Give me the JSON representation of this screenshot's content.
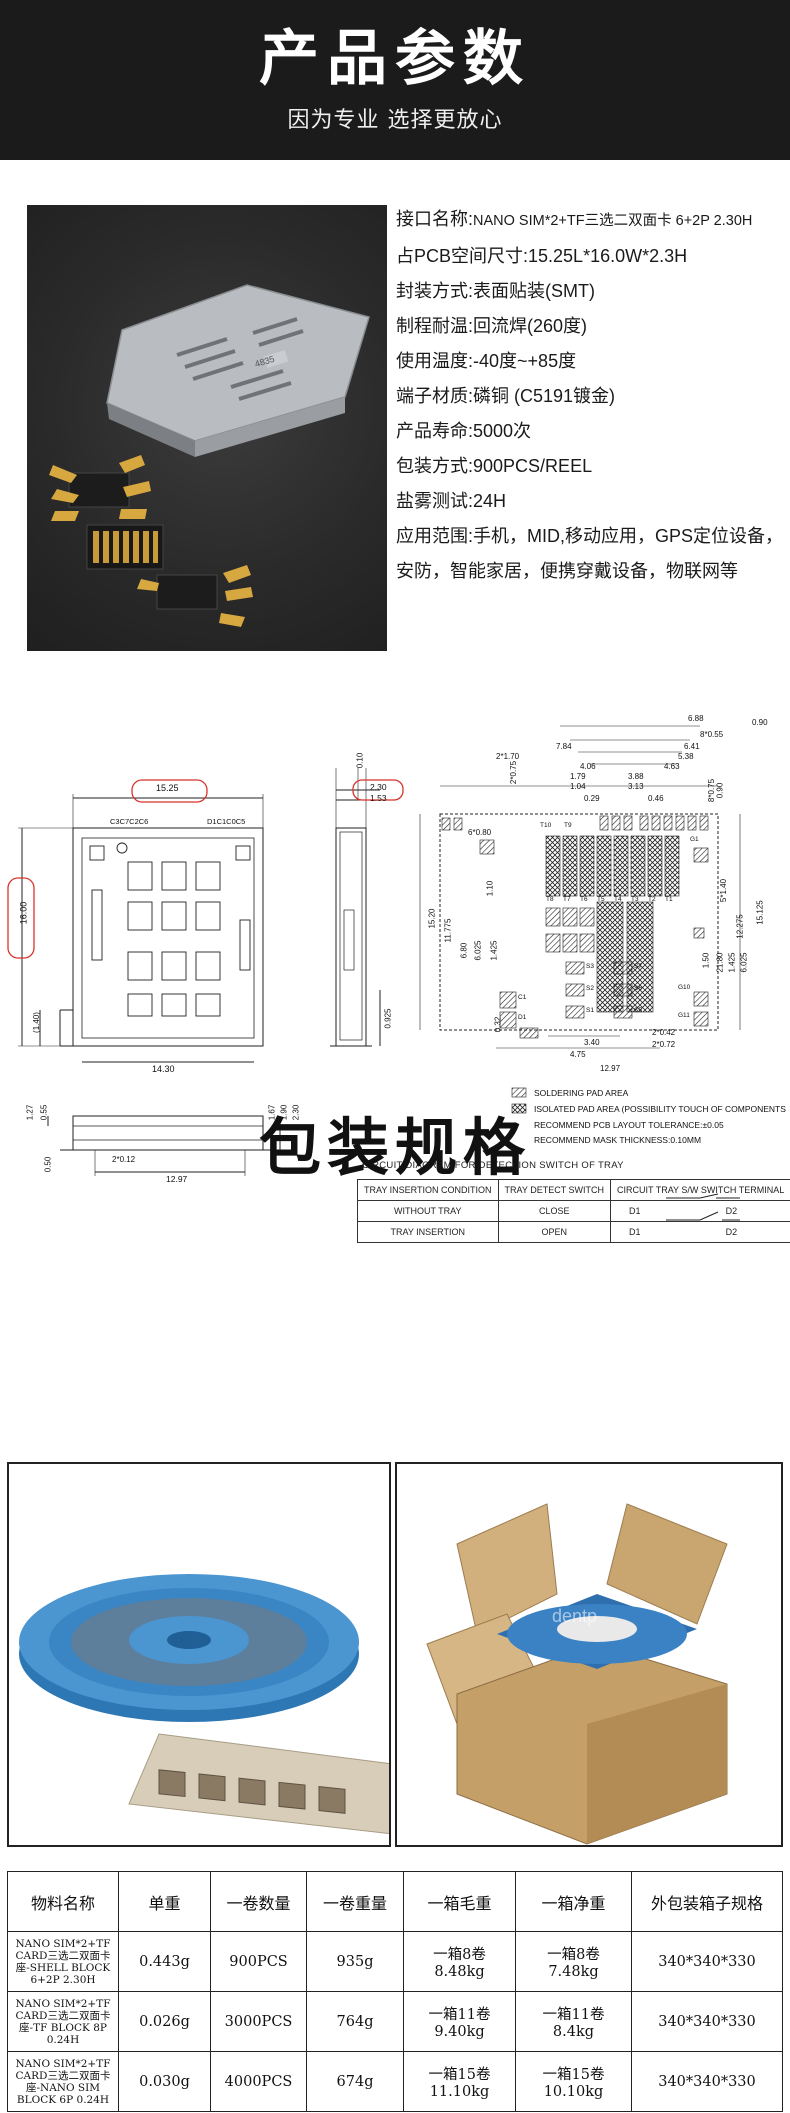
{
  "header": {
    "title": "产品参数",
    "subtitle": "因为专业 选择更放心"
  },
  "product_photo": {
    "marking": "4835"
  },
  "specs": [
    {
      "label": "接口名称:",
      "value": "NANO SIM*2+TF三选二双面卡 6+2P 2.30H"
    },
    {
      "label": "占PCB空间尺寸:",
      "value": "15.25L*16.0W*2.3H"
    },
    {
      "label": "封装方式:",
      "value": "表面贴装(SMT)"
    },
    {
      "label": "制程耐温:",
      "value": "回流焊(260度)"
    },
    {
      "label": "使用温度:",
      "value": "-40度~+85度"
    },
    {
      "label": "端子材质:",
      "value": "磷铜 (C5191镀金)"
    },
    {
      "label": "产品寿命:",
      "value": "5000次"
    },
    {
      "label": "包装方式:",
      "value": "900PCS/REEL"
    },
    {
      "label": "盐雾测试:",
      "value": "24H"
    },
    {
      "label": "应用范围:",
      "value": "手机，MID,移动应用，GPS定位设备，安防，智能家居，便携穿戴设备，物联网等"
    }
  ],
  "drawing": {
    "dims_front": {
      "width": "15.25",
      "height": "16.00",
      "bottom": "14.30",
      "side": "(1.40)",
      "labels_left": "C3C7C2C6",
      "labels_right": "D1C1C0C5"
    },
    "dims_side": {
      "h1": "0.10",
      "h2": "2.30",
      "h3": "1.53",
      "v": "0.925"
    },
    "dims_bottom": {
      "h1": "1.27",
      "h2": "0.55",
      "w": "12.97",
      "off": "2*0.12",
      "r1": "1.67",
      "r2": "1.90",
      "r3": "2.30",
      "base": "0.50"
    },
    "dims_pcb": {
      "top": [
        "6.88",
        "0.90",
        "8*0.55",
        "7.84",
        "6.41",
        "2*1.70",
        "5.38",
        "4.06",
        "4.63",
        "1.79",
        "3.88",
        "1.04",
        "3.13",
        "0.29",
        "0.46"
      ],
      "left": [
        "2*0.75",
        "6*0.80",
        "15.20",
        "11.775",
        "1.10",
        "6.80",
        "6.025",
        "1.425",
        "0.32"
      ],
      "right": [
        "8*0.75",
        "0.90",
        "5*1.40",
        "12.275",
        "15.125",
        "1.50",
        "21.80",
        "1.425",
        "6.025"
      ],
      "bottom": [
        "3.40",
        "4.75",
        "12.97",
        "2*0.42",
        "2*0.72"
      ],
      "pads": [
        "T10",
        "T9",
        "T8",
        "T7",
        "T6",
        "T5",
        "T4",
        "T3",
        "T2",
        "T1",
        "S3",
        "S7",
        "S2",
        "S6",
        "S1",
        "S5",
        "C1",
        "D1",
        "G1",
        "G11",
        "G10"
      ]
    },
    "legend": [
      "SOLDERING PAD AREA",
      "ISOLATED PAD AREA (POSSIBILITY TOUCH OF COMPONENTS ON I",
      "RECOMMEND PCB LAYOUT TOLERANCE:±0.05",
      "RECOMMEND MASK THICKNESS:0.10MM"
    ],
    "tray": {
      "caption": "CIRCUIT DIAGRAM FOR DETECTION SWITCH OF TRAY",
      "headers": [
        "TRAY INSERTION CONDITION",
        "TRAY DETECT SWITCH",
        "CIRCUIT TRAY S/W SWITCH TERMINAL"
      ],
      "rows": [
        {
          "condition": "WITHOUT TRAY",
          "switch": "CLOSE",
          "d1": "D1",
          "d2": "D2"
        },
        {
          "condition": "TRAY INSERTION",
          "switch": "OPEN",
          "d1": "D1",
          "d2": "D2"
        }
      ]
    }
  },
  "packaging": {
    "title": "包装规格",
    "watermark": "dentp"
  },
  "table": {
    "headers": [
      "物料名称",
      "单重",
      "一卷数量",
      "一卷重量",
      "一箱毛重",
      "一箱净重",
      "外包装箱子规格"
    ],
    "rows": [
      {
        "name": "NANO SIM*2+TF CARD三选二双面卡座-SHELL BLOCK 6+2P 2.30H",
        "unit_weight": "0.443g",
        "qty": "900PCS",
        "reel_weight": "935g",
        "gross_a": "一箱8卷",
        "gross_b": "8.48kg",
        "net_a": "一箱8卷",
        "net_b": "7.48kg",
        "box": "340*340*330"
      },
      {
        "name": "NANO SIM*2+TF CARD三选二双面卡座-TF BLOCK 8P 0.24H",
        "unit_weight": "0.026g",
        "qty": "3000PCS",
        "reel_weight": "764g",
        "gross_a": "一箱11卷",
        "gross_b": "9.40kg",
        "net_a": "一箱11卷",
        "net_b": "8.4kg",
        "box": "340*340*330"
      },
      {
        "name": "NANO SIM*2+TF CARD三选二双面卡座-NANO SIM BLOCK 6P 0.24H",
        "unit_weight": "0.030g",
        "qty": "4000PCS",
        "reel_weight": "674g",
        "gross_a": "一箱15卷",
        "gross_b": "11.10kg",
        "net_a": "一箱15卷",
        "net_b": "10.10kg",
        "box": "340*340*330"
      }
    ]
  }
}
